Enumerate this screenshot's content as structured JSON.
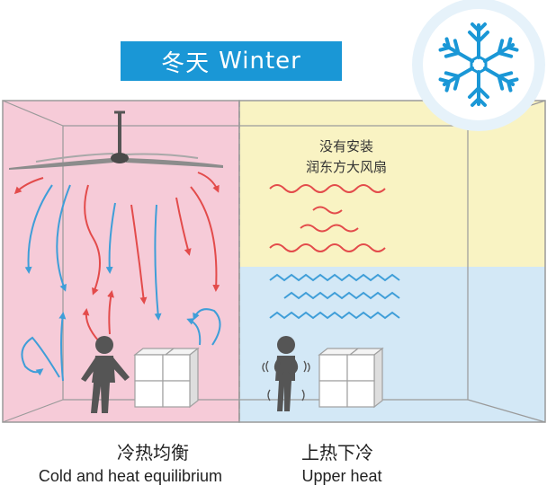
{
  "banner": {
    "cn": "冬天",
    "en": "Winter"
  },
  "right_room": {
    "note_line1": "没有安装",
    "note_line2": "润东方大风扇"
  },
  "captions": {
    "left_cn": "冷热均衡",
    "left_en": "Cold and heat equilibrium",
    "right_cn": "上热下冷",
    "right_en": "Upper heat"
  },
  "colors": {
    "accent_blue": "#1a97d6",
    "warm_zone": "#f6cbd8",
    "hot_zone": "#f9f3c3",
    "cold_zone": "#d3e8f6",
    "hot_arrow": "#e34b4b",
    "cold_arrow": "#3f9ed8",
    "person": "#555555"
  },
  "icons": {
    "season": "snowflake-icon",
    "fan": "ceiling-fan-icon"
  }
}
